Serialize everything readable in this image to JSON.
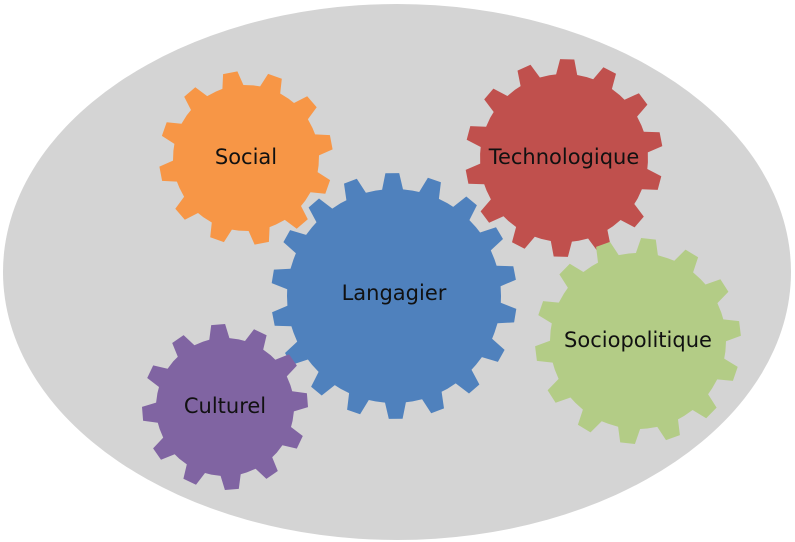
{
  "diagram": {
    "background_color": "#d4d4d4",
    "gears": [
      {
        "id": "social",
        "label": "Social",
        "color": "#f79646"
      },
      {
        "id": "technologique",
        "label": "Technologique",
        "color": "#c0504d"
      },
      {
        "id": "langagier",
        "label": "Langagier",
        "color": "#4f81bd"
      },
      {
        "id": "sociopolitique",
        "label": "Sociopolitique",
        "color": "#b3cc86"
      },
      {
        "id": "culturel",
        "label": "Culturel",
        "color": "#8064a2"
      }
    ]
  }
}
